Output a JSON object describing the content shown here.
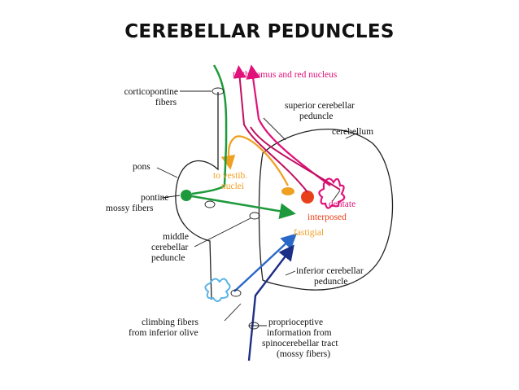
{
  "title": "CEREBELLAR PEDUNCLES",
  "labels": {
    "to_thalamus": "to thalamus and red nucleus",
    "corticopontine_1": "corticopontine",
    "corticopontine_2": "fibers",
    "superior_1": "superior cerebellar",
    "superior_2": "peduncle",
    "cerebellum": "cerebellum",
    "pons": "pons",
    "to_vestib_1": "to vestib.",
    "to_vestib_2": "nuclei",
    "pontine_1": "pontine",
    "pontine_2": "mossy fibers",
    "dentate": "dentate",
    "interposed": "interposed",
    "fastigial": "fastigial",
    "middle_1": "middle",
    "middle_2": "cerebellar",
    "middle_3": "peduncle",
    "inferior_1": "inferior cerebellar",
    "inferior_2": "peduncle",
    "climbing_1": "climbing fibers",
    "climbing_2": "from inferior olive",
    "proprio_1": "proprioceptive",
    "proprio_2": "information from",
    "proprio_3": "spinocerebellar tract",
    "proprio_4": "(mossy fibers)"
  },
  "colors": {
    "magenta": "#e0127a",
    "orange": "#f0a020",
    "red": "#e8401a",
    "green": "#1e9a3c",
    "navy": "#1c2f86",
    "blue": "#2a68c8",
    "light_blue": "#58b4e6"
  }
}
